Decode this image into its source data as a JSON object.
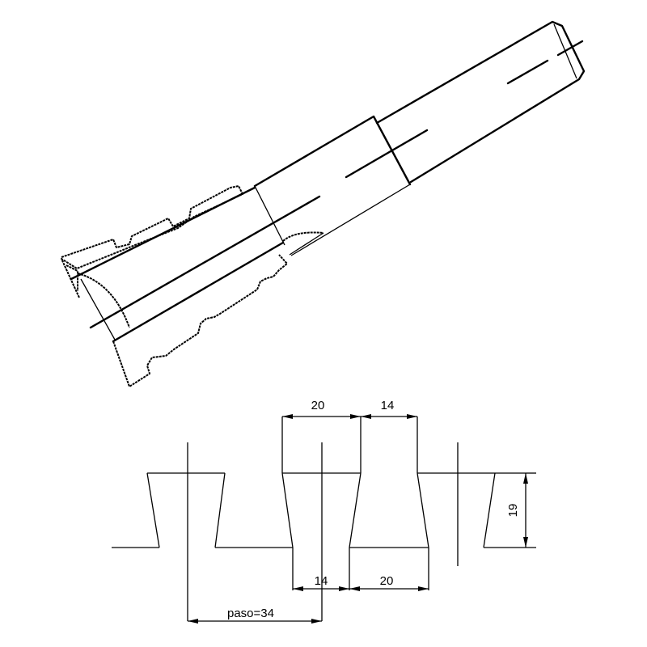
{
  "drawing": {
    "dimensions": {
      "top_left_width": "20",
      "top_right_width": "14",
      "bottom_left_width": "14",
      "bottom_right_width": "20",
      "depth": "19",
      "pitch": "paso=34"
    }
  }
}
